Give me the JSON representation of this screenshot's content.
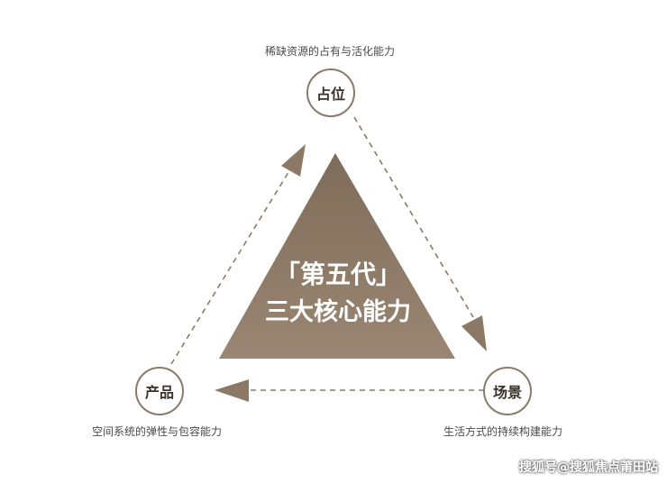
{
  "center": {
    "line1": "「第五代」",
    "line2": "三大核心能力",
    "fill_color": "#8b7865"
  },
  "nodes": {
    "top": {
      "label": "占位",
      "caption": "稀缺资源的占有与活化能力"
    },
    "right": {
      "label": "场景",
      "caption": "生活方式的持续构建能力"
    },
    "left": {
      "label": "产品",
      "caption": "空间系统的弹性与包容能力"
    }
  },
  "colors": {
    "circle_border": "#8a7a68",
    "dashed_line": "#8a7a68",
    "arrowhead": "#8b7865"
  },
  "watermark": "搜狐号@搜狐焦点莆田站"
}
